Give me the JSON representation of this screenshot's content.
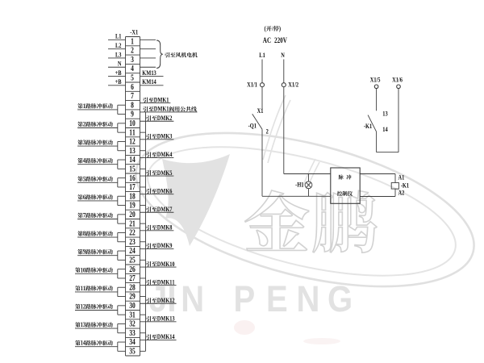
{
  "figure": {
    "type": "electrical-wiring-diagram",
    "background": "#ffffff"
  },
  "colors": {
    "ink": "#111111",
    "line": "#3c3c3c",
    "watermark_gray": "#e2e2e2",
    "watermark_outline": "#d6d6d6",
    "watermark_pink": "#edd7d7"
  },
  "terminal_block": {
    "label": "-X1",
    "terminals": [
      "1",
      "2",
      "3",
      "4",
      "5",
      "6",
      "7",
      "8",
      "9",
      "10",
      "11",
      "12",
      "13",
      "14",
      "15",
      "16",
      "17",
      "18",
      "19",
      "20",
      "21",
      "22",
      "23",
      "24",
      "25",
      "26",
      "27",
      "28",
      "29",
      "30",
      "31",
      "32",
      "33",
      "34",
      "35"
    ],
    "power_inputs": [
      {
        "terminal": "1",
        "label": "L1"
      },
      {
        "terminal": "2",
        "label": "L2"
      },
      {
        "terminal": "3",
        "label": "L3"
      },
      {
        "terminal": "4",
        "label": "N"
      }
    ],
    "power_group_label": "引至风机电机",
    "aux_terminals": [
      {
        "terminal": "5",
        "left_label": "+B",
        "right_label": "KM13"
      },
      {
        "terminal": "6",
        "left_label": "+B",
        "right_label": "KM14"
      }
    ],
    "common_line_label": "引至DMK1阀用公共线",
    "channels": [
      {
        "index": 1,
        "left_label": "第1路脉冲驱动",
        "right_label": "引至DMK1",
        "terminals": [
          "8",
          "9"
        ]
      },
      {
        "index": 2,
        "left_label": "第2路脉冲驱动",
        "right_label": "引至DMK2",
        "terminals": [
          "10",
          "11"
        ]
      },
      {
        "index": 3,
        "left_label": "第3路脉冲驱动",
        "right_label": "引至DMK3",
        "terminals": [
          "12",
          "13"
        ]
      },
      {
        "index": 4,
        "left_label": "第4路脉冲驱动",
        "right_label": "引至DMK4",
        "terminals": [
          "14",
          "15"
        ]
      },
      {
        "index": 5,
        "left_label": "第5路脉冲驱动",
        "right_label": "引至DMK5",
        "terminals": [
          "16",
          "17"
        ]
      },
      {
        "index": 6,
        "left_label": "第6路脉冲驱动",
        "right_label": "引至DMK6",
        "terminals": [
          "18",
          "19"
        ]
      },
      {
        "index": 7,
        "left_label": "第7路脉冲驱动",
        "right_label": "引至DMK7",
        "terminals": [
          "20",
          "21"
        ]
      },
      {
        "index": 8,
        "left_label": "第8路脉冲驱动",
        "right_label": "引至DMK8",
        "terminals": [
          "22",
          "23"
        ]
      },
      {
        "index": 9,
        "left_label": "第9路脉冲驱动",
        "right_label": "引至DMK9",
        "terminals": [
          "24",
          "25"
        ]
      },
      {
        "index": 10,
        "left_label": "第10路脉冲驱动",
        "right_label": "引至DMK10",
        "terminals": [
          "26",
          "27"
        ]
      },
      {
        "index": 11,
        "left_label": "第11路脉冲驱动",
        "right_label": "引至DMK11",
        "terminals": [
          "28",
          "29"
        ]
      },
      {
        "index": 12,
        "left_label": "第12路脉冲驱动",
        "right_label": "引至DMK12",
        "terminals": [
          "30",
          "31"
        ]
      },
      {
        "index": 13,
        "left_label": "第13路脉冲驱动",
        "right_label": "引至DMK13",
        "terminals": [
          "32",
          "33"
        ]
      },
      {
        "index": 14,
        "left_label": "第14路脉冲驱动",
        "right_label": "引至DMK14",
        "terminals": [
          "34",
          "35"
        ]
      }
    ]
  },
  "control_circuit": {
    "mode_label": "(开/停)",
    "supply_label": "AC 220V",
    "phase_label": "L1",
    "neutral_label": "N",
    "terminal_x11": "X1/1",
    "terminal_x12": "X1/2",
    "terminal_x15": "X1/5",
    "terminal_x16": "X1/6",
    "breaker": {
      "ref": "-Q1",
      "top_pin": "X1",
      "bottom_pin": "2"
    },
    "lamp": {
      "ref": "-H1"
    },
    "controller": {
      "line1": "脉 冲",
      "line2": "控制仪"
    },
    "relay_coil": {
      "ref": "-K1",
      "top_pin": "A1",
      "bottom_pin": "A2"
    },
    "relay_contact": {
      "ref": "-K1",
      "top_pin": "13",
      "bottom_pin": "14"
    }
  },
  "watermark": {
    "cjk_text": "金鹏",
    "latin_text": "JIN PENG"
  }
}
